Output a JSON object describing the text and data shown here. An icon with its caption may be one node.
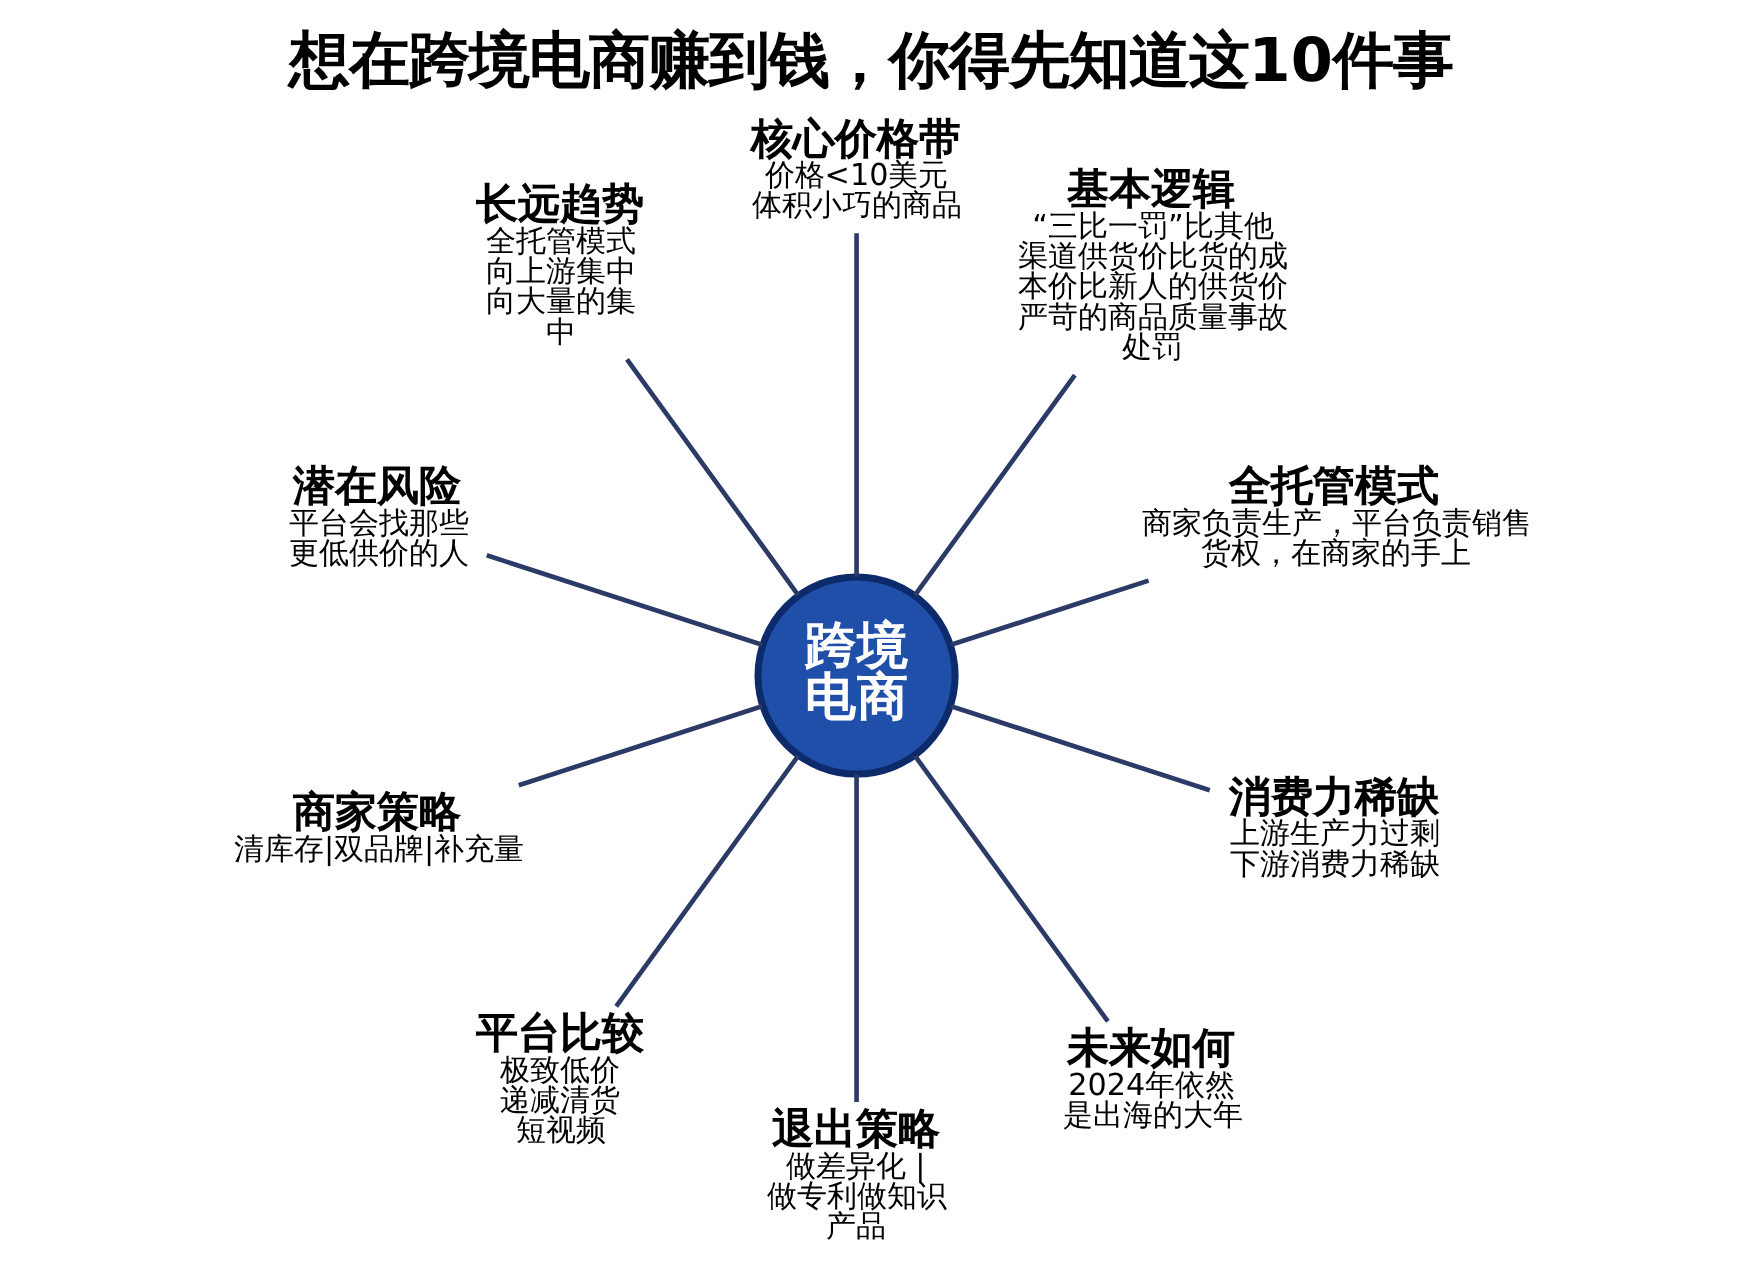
{
  "diagram": {
    "title": "想在跨境电商赚到钱，你得先知道这10件事",
    "nodes": [
      {
        "text": [
          "跨境电商"
        ]
      },
      {
        "text": [
          "全托管模式",
          "商家负责生产，平台负责销售货权，在商家的手上"
        ]
      },
      {
        "text": [
          "基本逻辑",
          "“三比一罚”比其他渠道供货价比货的成本价比新人的供货价严苛的商品质量事故处罚"
        ]
      },
      {
        "text": [
          "核心价格带",
          "价格<10美元体积小巧的商品"
        ]
      },
      {
        "text": [
          "长远趋势",
          "全托管模式向上游集中向大量的集中"
        ]
      },
      {
        "text": [
          "潜在风险",
          "平台会找那些更低供价的人"
        ]
      },
      {
        "text": [
          "商家策略",
          "清库存|双品牌|补充量"
        ]
      },
      {
        "text": [
          "平台比较",
          "极致低价递减清货短视频"
        ]
      },
      {
        "text": [
          "退出策略",
          "做差异化 |做专利做知识产品"
        ]
      },
      {
        "text": [
          "未来如何",
          "2024年依然是出海的大年"
        ]
      },
      {
        "text": [
          "消费力稀缺",
          "上游生产力过剩下游消费力稀缺"
        ]
      }
    ],
    "edges": [
      {
        "from": 0,
        "to": 1,
        "arrow": "none"
      },
      {
        "from": 0,
        "to": 2,
        "arrow": "none"
      },
      {
        "from": 0,
        "to": 3,
        "arrow": "none"
      },
      {
        "from": 0,
        "to": 4,
        "arrow": "none"
      },
      {
        "from": 0,
        "to": 5,
        "arrow": "none"
      },
      {
        "from": 0,
        "to": 6,
        "arrow": "none"
      },
      {
        "from": 0,
        "to": 7,
        "arrow": "none"
      },
      {
        "from": 0,
        "to": 8,
        "arrow": "none"
      },
      {
        "from": 0,
        "to": 9,
        "arrow": "none"
      },
      {
        "from": 0,
        "to": 10,
        "arrow": "none"
      }
    ]
  }
}
